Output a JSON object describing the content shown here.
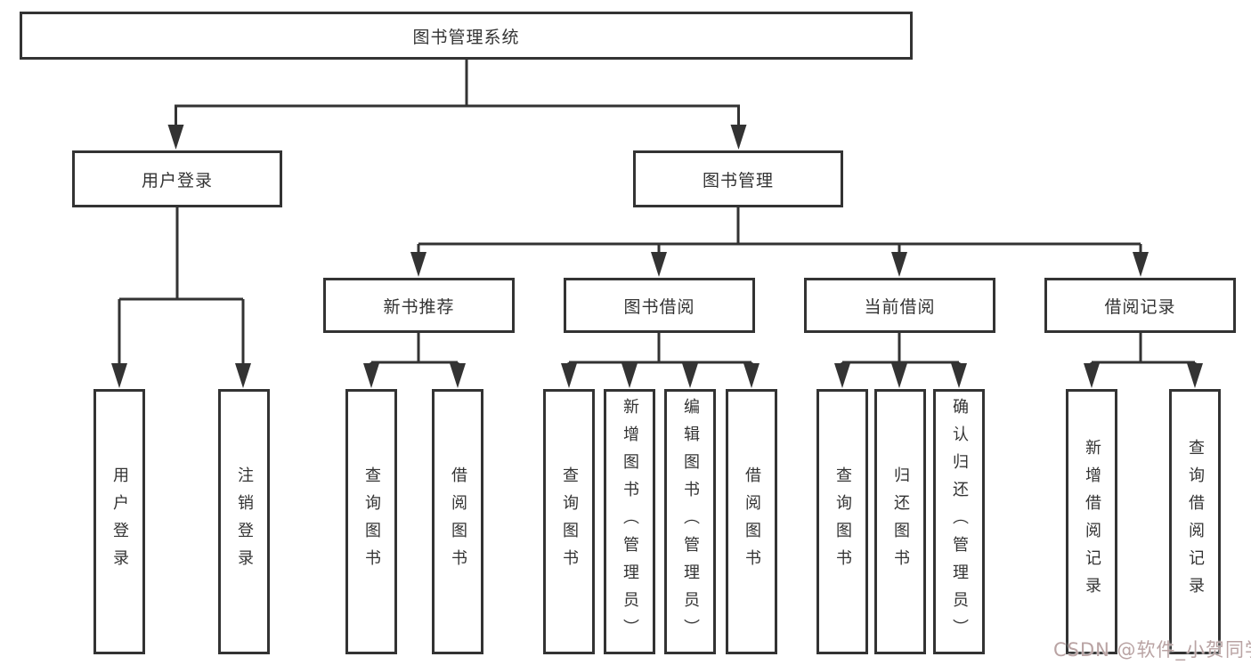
{
  "diagram_type": "functional-structure-tree",
  "colors": {
    "line": "#333333",
    "box_border": "#333333",
    "box_background": "#ffffff",
    "page_background": "#ffffff",
    "watermark": "#b9a3a3"
  },
  "tree": {
    "label": "图书管理系统",
    "children": [
      {
        "label": "用户登录",
        "children": [
          {
            "label": "用户登录"
          },
          {
            "label": "注销登录"
          }
        ]
      },
      {
        "label": "图书管理",
        "children": [
          {
            "label": "新书推荐",
            "children": [
              {
                "label": "查询图书"
              },
              {
                "label": "借阅图书"
              }
            ]
          },
          {
            "label": "图书借阅",
            "children": [
              {
                "label": "查询图书"
              },
              {
                "label": "新增图书（管理员）"
              },
              {
                "label": "编辑图书（管理员）"
              },
              {
                "label": "借阅图书"
              }
            ]
          },
          {
            "label": "当前借阅",
            "children": [
              {
                "label": "查询图书"
              },
              {
                "label": "归还图书"
              },
              {
                "label": "确认归还（管理员）"
              }
            ]
          },
          {
            "label": "借阅记录",
            "children": [
              {
                "label": "新增借阅记录"
              },
              {
                "label": "查询借阅记录"
              }
            ]
          }
        ]
      }
    ]
  },
  "watermark": {
    "text": "CSDN @软件_小贺同学"
  }
}
